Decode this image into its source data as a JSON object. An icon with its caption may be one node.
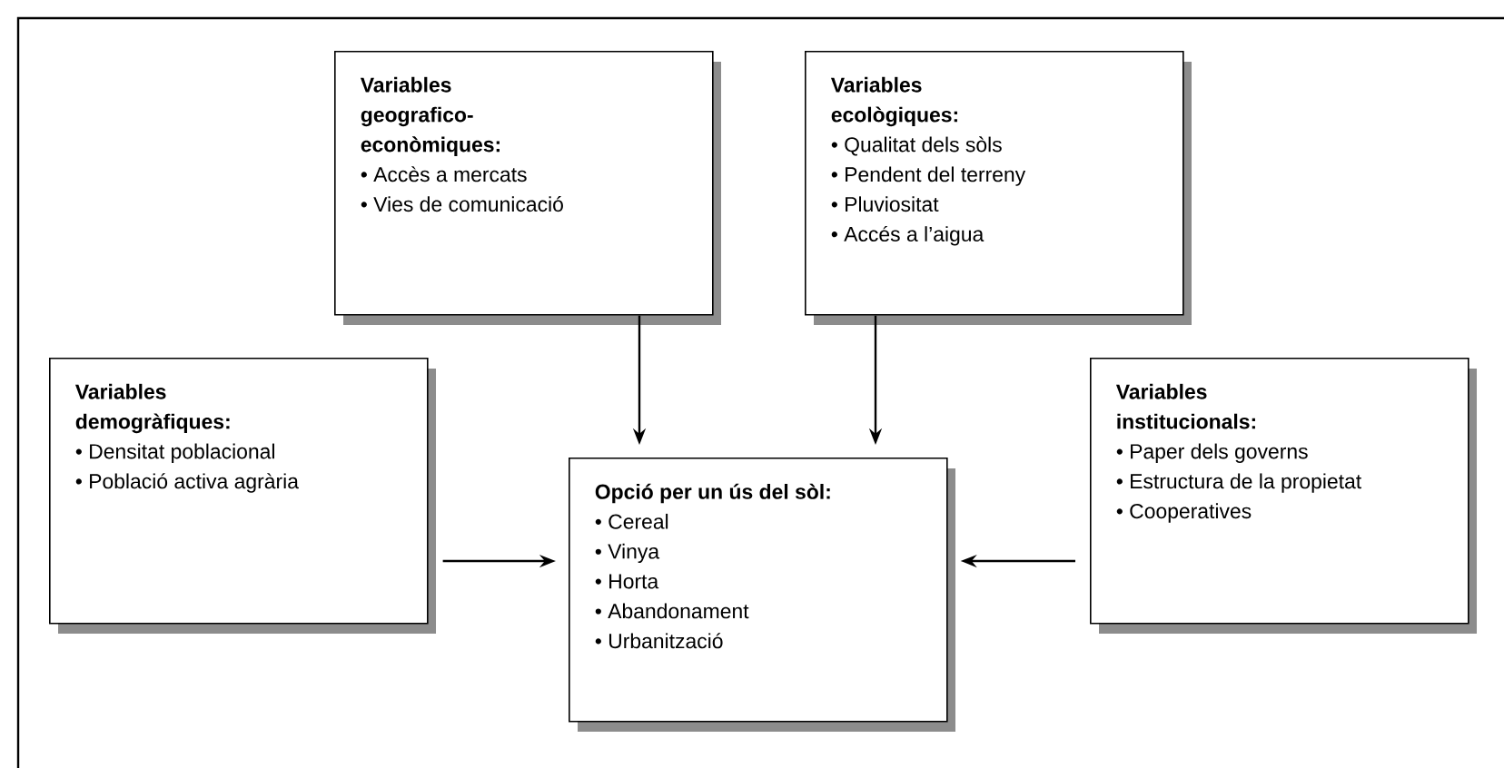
{
  "diagram": {
    "nodes": [
      {
        "text": [
          "Variables geografico-econòmiques:",
          "• Accès a mercats",
          "• Vies de comunicació"
        ]
      },
      {
        "text": [
          "Variables ecològiques:",
          "• Qualitat dels sòls",
          "• Pendent del terreny",
          "• Pluviositat",
          "• Accés a l’aigua"
        ]
      },
      {
        "text": [
          "Variables demogràfiques:",
          "• Densitat poblacional",
          "• Població activa agrària"
        ]
      },
      {
        "text": [
          "Variables institucionals:",
          "• Paper dels governs",
          "• Estructura de la propietat",
          "• Cooperatives"
        ]
      },
      {
        "text": [
          "Opció per un ús del sòl:",
          "• Cereal",
          "• Vinya",
          "• Horta",
          "• Abandonament",
          "• Urbanització"
        ]
      }
    ],
    "edges": [
      {
        "from": 0,
        "to": 4,
        "arrow": "to"
      },
      {
        "from": 1,
        "to": 4,
        "arrow": "to"
      },
      {
        "from": 2,
        "to": 4,
        "arrow": "to"
      },
      {
        "from": 3,
        "to": 4,
        "arrow": "to"
      }
    ]
  }
}
